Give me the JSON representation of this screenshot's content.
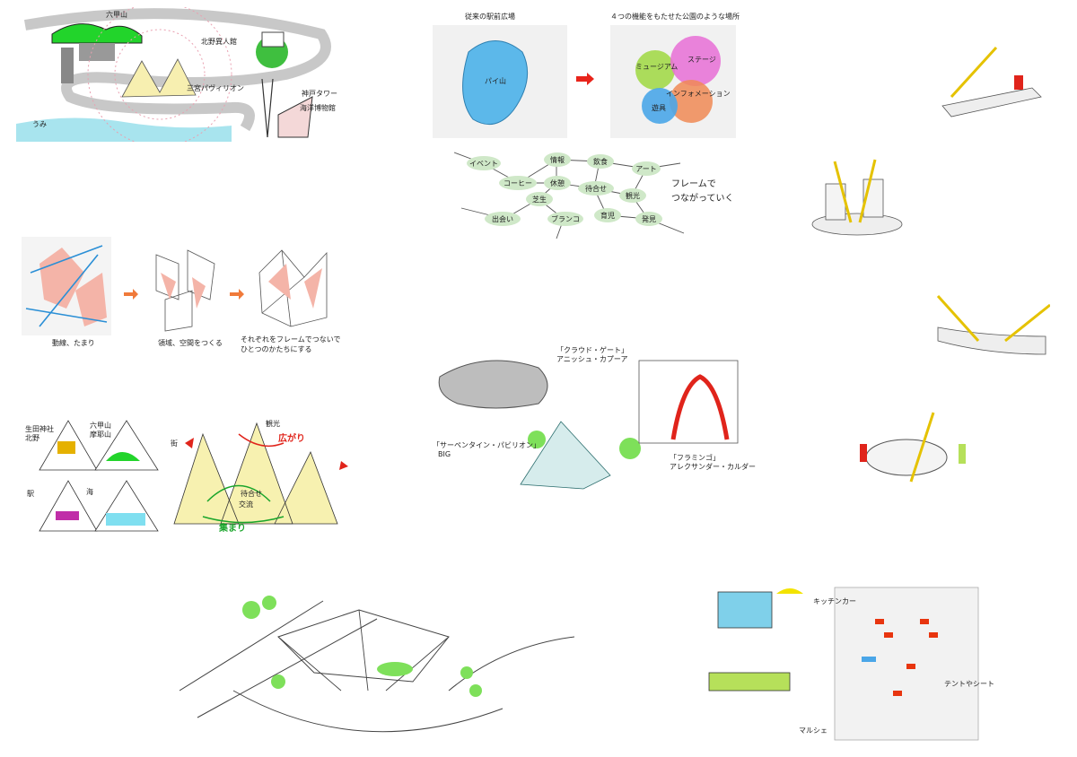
{
  "map_panel": {
    "labels": {
      "rokko": "六甲山",
      "kitano": "北野異人館",
      "pavilion": "三宮パヴィリオン",
      "tower": "神戸タワー",
      "museum": "海洋博物館",
      "umi": "うみ"
    }
  },
  "square_panel": {
    "before_title": "従来の駅前広場",
    "after_title": "４つの機能をもたせた公園のような場所",
    "pie": "パイ山",
    "functions": [
      "ミュージアム",
      "ステージ",
      "インフォメーション",
      "遊具"
    ],
    "colors": {
      "pie": "#5cb8ea",
      "museum": "#a3d94a",
      "stage": "#e86fd6",
      "info": "#f08a55",
      "play": "#4aa6e8",
      "arrow": "#e8241b"
    }
  },
  "network": {
    "nodes": [
      "イベント",
      "情報",
      "飲食",
      "アート",
      "コーヒー",
      "休憩",
      "待合せ",
      "芝生",
      "観光",
      "出会い",
      "ブランコ",
      "育児",
      "発見"
    ],
    "caption_line1": "フレームで",
    "caption_line2": "つながっていく"
  },
  "frame_steps": {
    "step1": "動線、たまり",
    "step2": "領域、空間をつくる",
    "step3_line1": "それぞれをフレームでつないで",
    "step3_line2": "ひとつのかたちにする"
  },
  "concept": {
    "ikuta_line1": "生田神社",
    "ikuta_line2": "北野",
    "rokko_line1": "六甲山",
    "rokko_line2": "摩耶山",
    "station": "駅",
    "sea": "海",
    "town": "街",
    "tourism": "観光",
    "spread": "広がり",
    "meet": "待合せ",
    "exchange": "交流",
    "gather": "集まり"
  },
  "precedents": {
    "cloud_gate_line1": "「クラウド・ゲート」",
    "cloud_gate_line2": "アニッシュ・カプーア",
    "serpentine_line1": "「サーペンタイン・パビリオン」",
    "serpentine_line2": "BIG",
    "flamingo_line1": "「フラミンゴ」",
    "flamingo_line2": "アレクサンダー・カルダー"
  },
  "events": {
    "kitchen_car": "キッチンカー",
    "tent": "テントやシート",
    "marche": "マルシェ"
  }
}
